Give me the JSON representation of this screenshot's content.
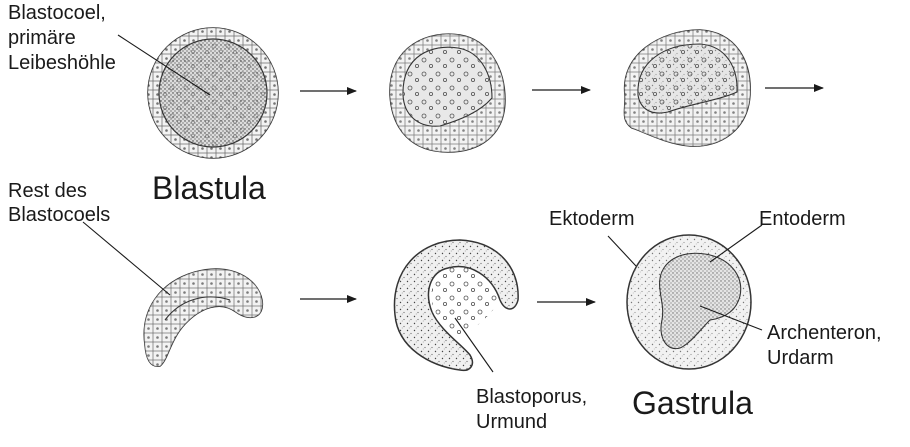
{
  "labels": {
    "blastocoel_line1": "Blastocoel,",
    "blastocoel_line2": "primäre",
    "blastocoel_line3": "Leibeshöhle",
    "rest_line1": "Rest des",
    "rest_line2": "Blastocoels",
    "blastula": "Blastula",
    "gastrula": "Gastrula",
    "ektoderm": "Ektoderm",
    "entoderm": "Entoderm",
    "archenteron_line1": "Archenteron,",
    "archenteron_line2": "Urdarm",
    "blastoporus_line1": "Blastoporus,",
    "blastoporus_line2": "Urmund"
  },
  "stage_order": [
    "blastula",
    "early-invagination",
    "mid-invagination",
    "late-invagination",
    "deep-invagination",
    "gastrula"
  ]
}
